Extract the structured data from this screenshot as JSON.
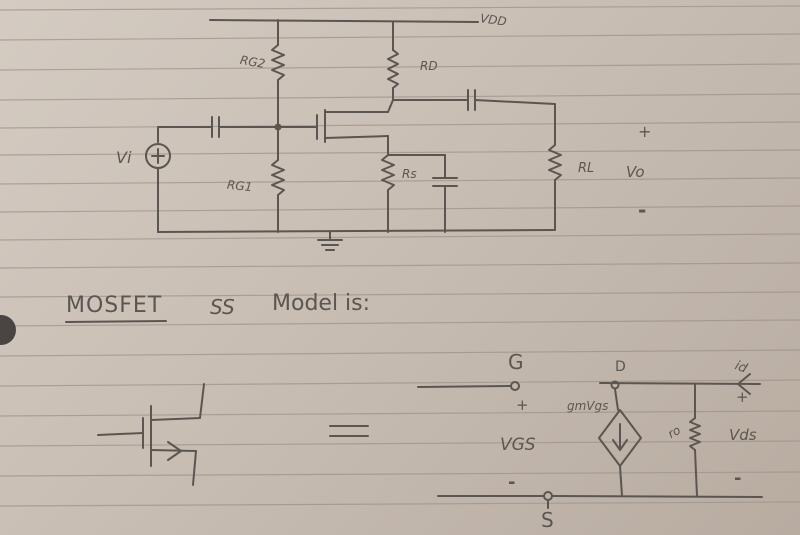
{
  "circuit": {
    "supply": "VDD",
    "resistors": {
      "rg2": "RG2",
      "rd": "RD",
      "rg1": "RG1",
      "rs": "Rs",
      "rl": "RL"
    },
    "source": "Vi",
    "output": {
      "label": "Vo",
      "plus": "+",
      "minus": "-"
    }
  },
  "heading": {
    "w1": "MOSFET",
    "w2": "SS",
    "w3": "Model is:"
  },
  "model": {
    "equals": "=",
    "gate": "G",
    "drain": "D",
    "source": "S",
    "vgs": "VGS",
    "vgs_plus": "+",
    "vgs_minus": "-",
    "gm": "gmVgs",
    "ro": "ro",
    "id": "id",
    "vds": "Vds",
    "vds_plus": "+",
    "vds_minus": "-"
  },
  "colors": {
    "paper": "#cdc3ba",
    "ink": "#5b5651",
    "rule": "#9c9189"
  }
}
